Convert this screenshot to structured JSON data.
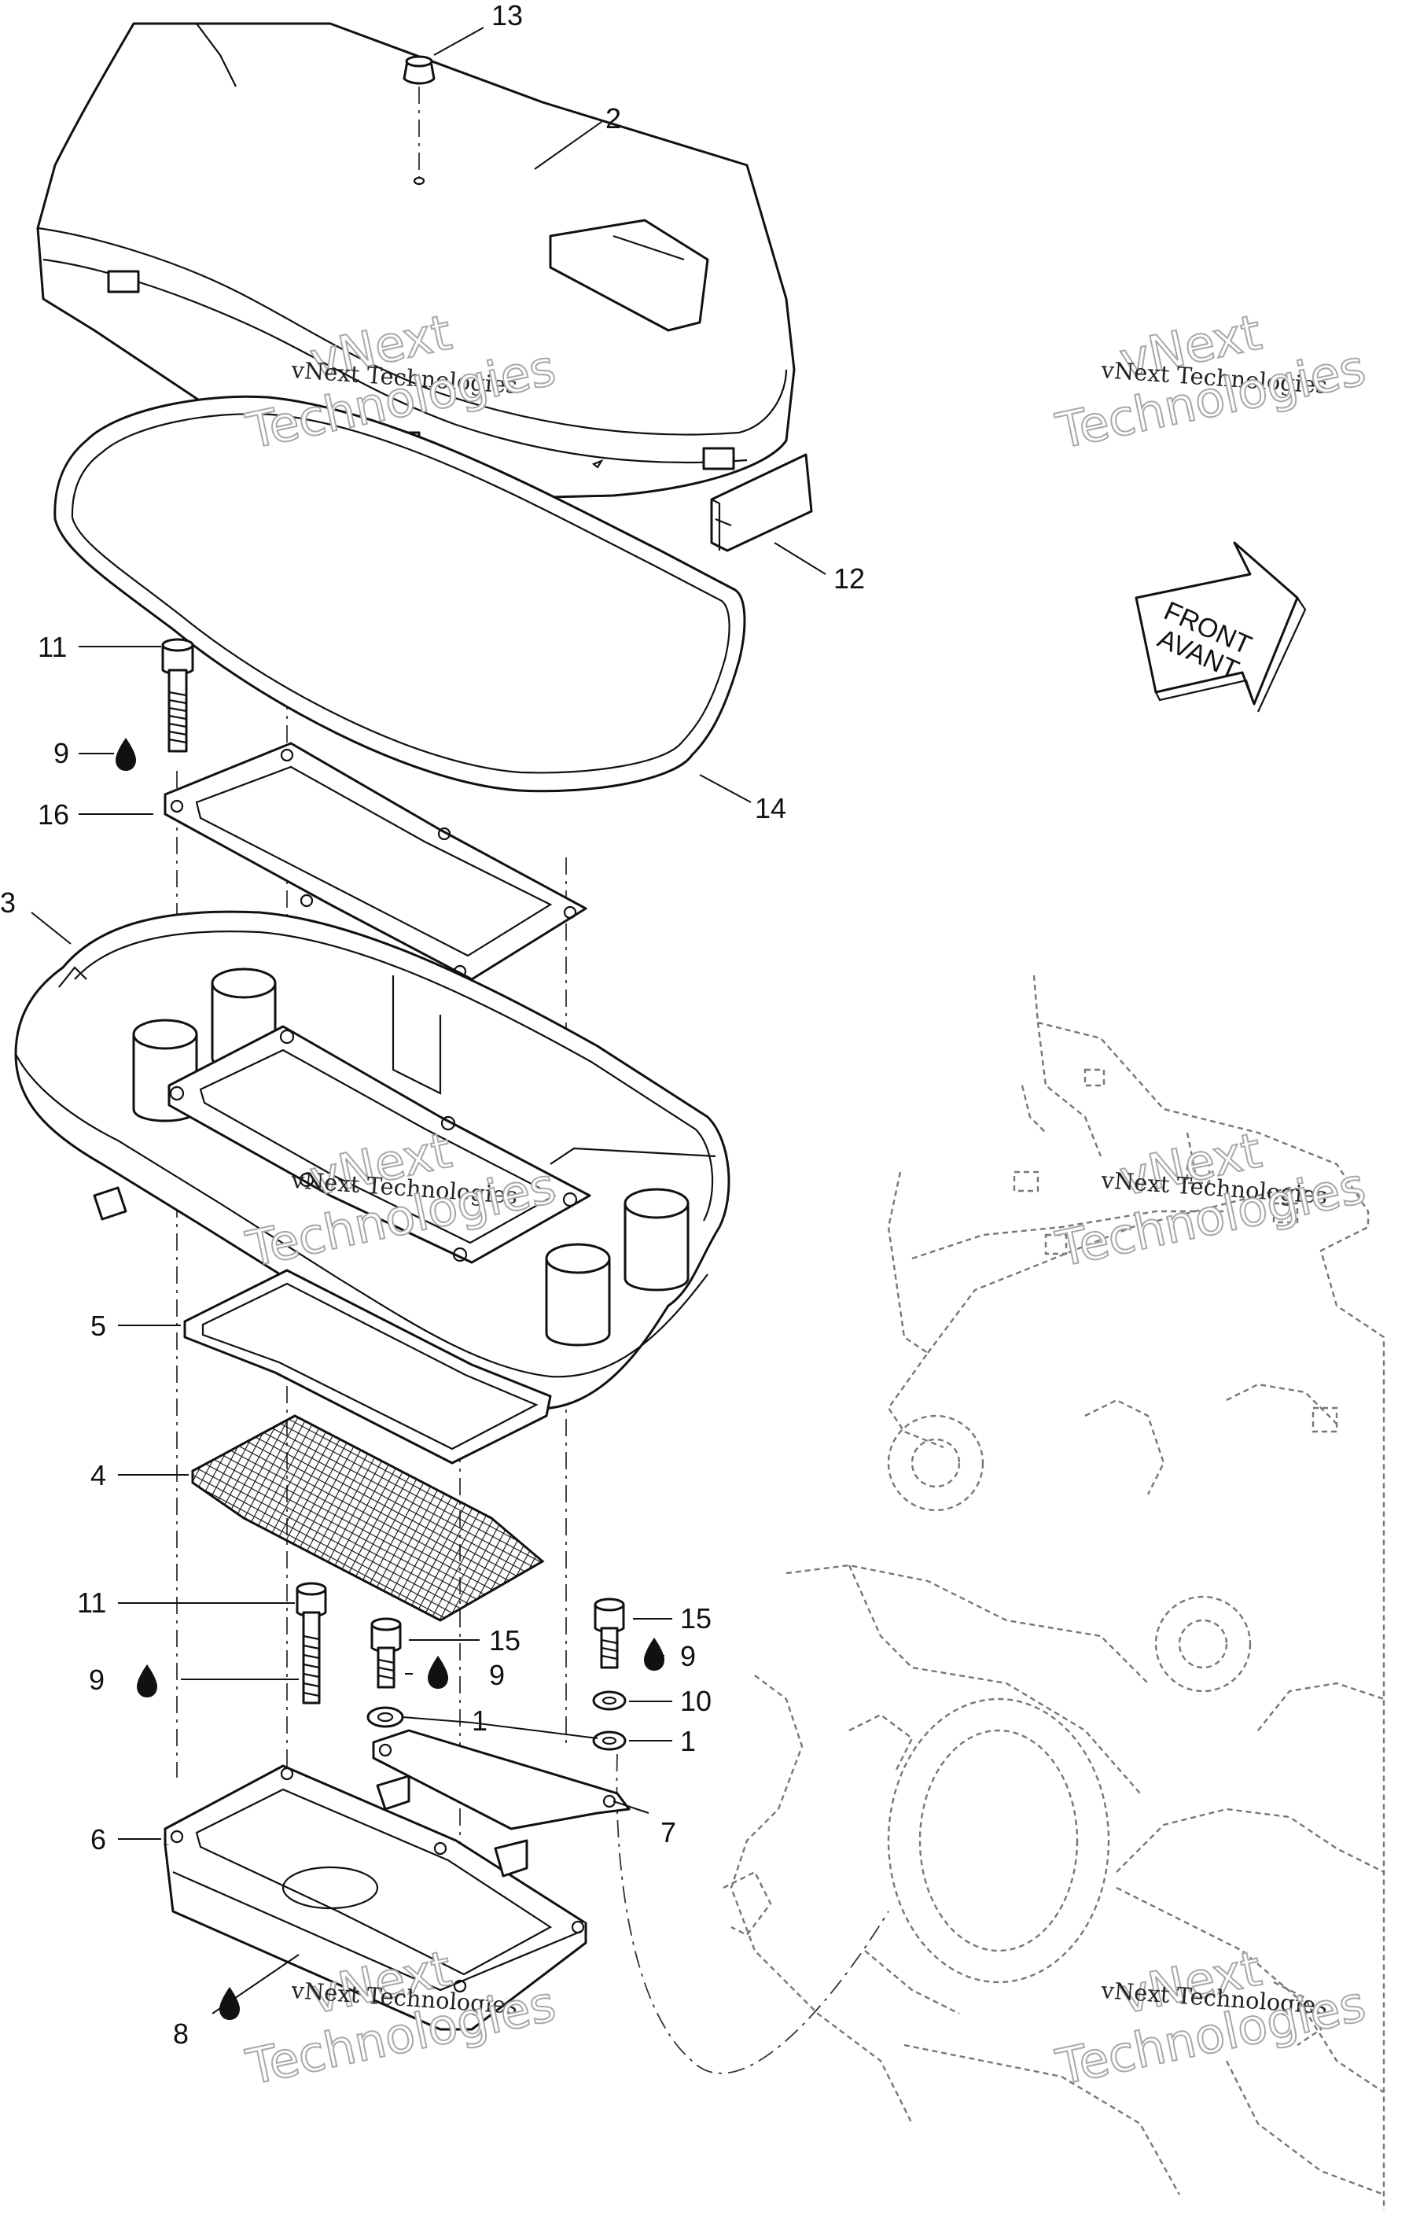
{
  "watermark": {
    "line1": "vNext",
    "line2": "vNext Technologies",
    "line3": "Technologies"
  },
  "direction_arrow": {
    "line1": "FRONT",
    "line2": "AVANT"
  },
  "callouts": [
    {
      "id": "c13",
      "label": "13"
    },
    {
      "id": "c2",
      "label": "2"
    },
    {
      "id": "c12",
      "label": "12"
    },
    {
      "id": "c11a",
      "label": "11"
    },
    {
      "id": "c9a",
      "label": "9"
    },
    {
      "id": "c16",
      "label": "16"
    },
    {
      "id": "c14",
      "label": "14"
    },
    {
      "id": "c3",
      "label": "3"
    },
    {
      "id": "c5",
      "label": "5"
    },
    {
      "id": "c4",
      "label": "4"
    },
    {
      "id": "c11b",
      "label": "11"
    },
    {
      "id": "c15a",
      "label": "15"
    },
    {
      "id": "c15b",
      "label": "15"
    },
    {
      "id": "c9b",
      "label": "9"
    },
    {
      "id": "c9c",
      "label": "9"
    },
    {
      "id": "c9d",
      "label": "9"
    },
    {
      "id": "c10",
      "label": "10"
    },
    {
      "id": "c1a",
      "label": "1"
    },
    {
      "id": "c1b",
      "label": "1"
    },
    {
      "id": "c7",
      "label": "7"
    },
    {
      "id": "c6",
      "label": "6"
    },
    {
      "id": "c8",
      "label": "8"
    }
  ],
  "icons": {
    "lubricant": "oil-drop-icon",
    "direction": "front-arrow-icon"
  }
}
